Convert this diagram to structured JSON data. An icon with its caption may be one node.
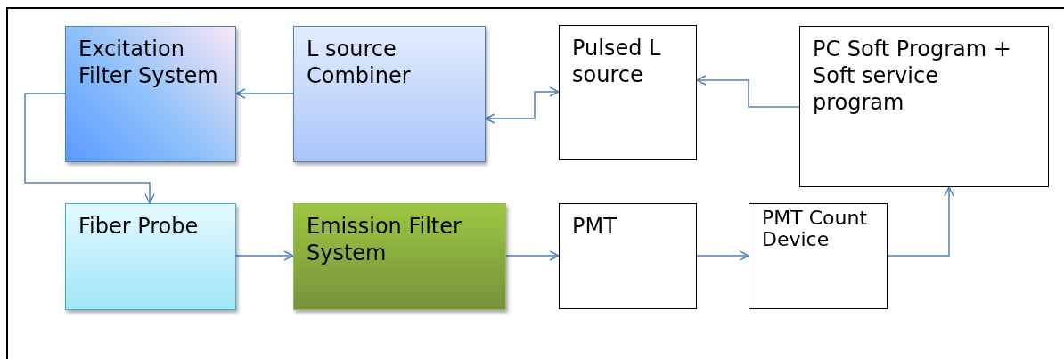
{
  "diagram": {
    "nodes": [
      {
        "text": [
          "Excitation Filter System"
        ]
      },
      {
        "text": [
          "L source Combiner"
        ]
      },
      {
        "text": [
          "Pulsed L source"
        ]
      },
      {
        "text": [
          "PC Soft Program + Soft service program"
        ]
      },
      {
        "text": [
          "Fiber Probe"
        ]
      },
      {
        "text": [
          "Emission Filter System"
        ]
      },
      {
        "text": [
          "PMT"
        ]
      },
      {
        "text": [
          "PMT Count Device"
        ]
      }
    ],
    "edges": [
      {
        "from": 1,
        "to": 0,
        "arrow": "to"
      },
      {
        "from": 2,
        "to": 1,
        "arrow": "both"
      },
      {
        "from": 3,
        "to": 2,
        "arrow": "to"
      },
      {
        "from": 0,
        "to": 4,
        "arrow": "to"
      },
      {
        "from": 4,
        "to": 5,
        "arrow": "to"
      },
      {
        "from": 5,
        "to": 6,
        "arrow": "to"
      },
      {
        "from": 6,
        "to": 7,
        "arrow": "to"
      },
      {
        "from": 7,
        "to": 3,
        "arrow": "to"
      }
    ]
  }
}
